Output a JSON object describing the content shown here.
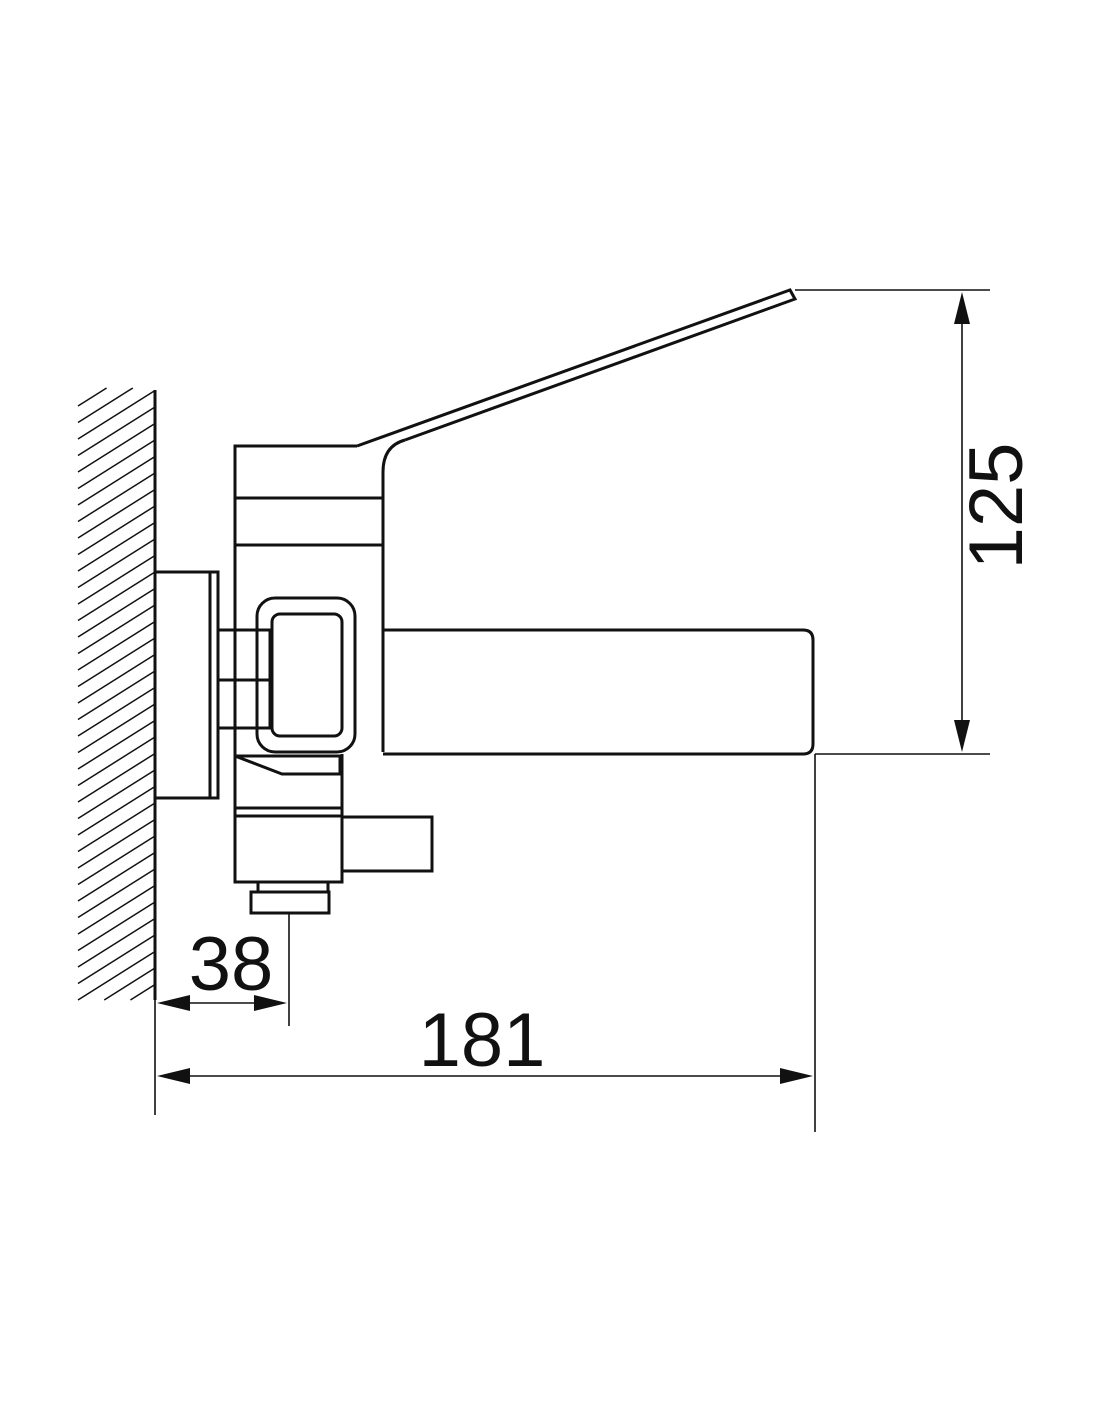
{
  "diagram": {
    "type": "technical-drawing",
    "stroke_color": "#111111",
    "background": "#ffffff",
    "dimensions": {
      "height": {
        "value": "125"
      },
      "projection": {
        "value": "181"
      },
      "outlet_offset": {
        "value": "38"
      }
    }
  }
}
